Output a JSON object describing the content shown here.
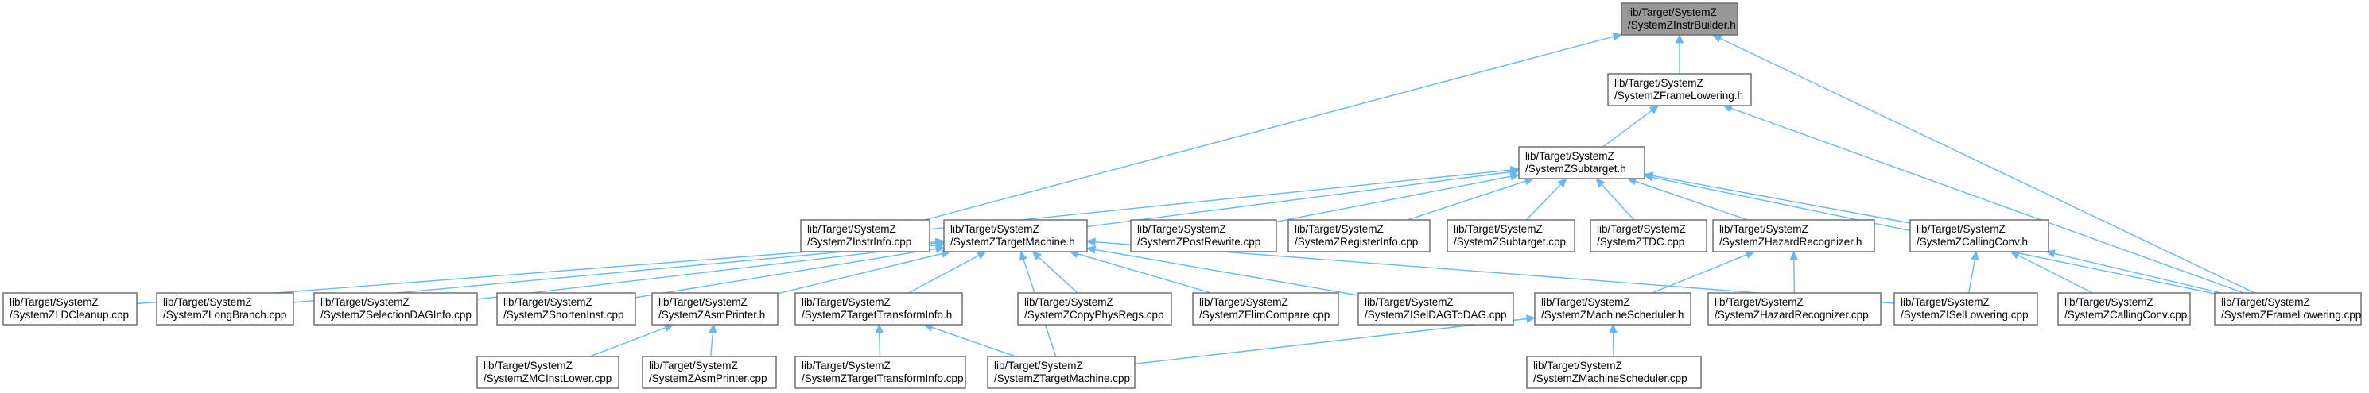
{
  "colors": {
    "edge": "#63b8ff",
    "root_fill": "#999999",
    "node_border": "#666666",
    "background": "#ffffff"
  },
  "nodes": [
    {
      "id": "instrbuilder",
      "line1": "lib/Target/SystemZ",
      "line2": "/SystemZInstrBuilder.h",
      "root": true
    },
    {
      "id": "framelowering_h",
      "line1": "lib/Target/SystemZ",
      "line2": "/SystemZFrameLowering.h"
    },
    {
      "id": "subtarget_h",
      "line1": "lib/Target/SystemZ",
      "line2": "/SystemZSubtarget.h"
    },
    {
      "id": "instrinfo_cpp",
      "line1": "lib/Target/SystemZ",
      "line2": "/SystemZInstrInfo.cpp"
    },
    {
      "id": "targetmachine_h",
      "line1": "lib/Target/SystemZ",
      "line2": "/SystemZTargetMachine.h"
    },
    {
      "id": "postrewrite_cpp",
      "line1": "lib/Target/SystemZ",
      "line2": "/SystemZPostRewrite.cpp"
    },
    {
      "id": "registerinfo_cpp",
      "line1": "lib/Target/SystemZ",
      "line2": "/SystemZRegisterInfo.cpp"
    },
    {
      "id": "subtarget_cpp",
      "line1": "lib/Target/SystemZ",
      "line2": "/SystemZSubtarget.cpp"
    },
    {
      "id": "tdc_cpp",
      "line1": "lib/Target/SystemZ",
      "line2": "/SystemZTDC.cpp"
    },
    {
      "id": "hazardrec_h",
      "line1": "lib/Target/SystemZ",
      "line2": "/SystemZHazardRecognizer.h"
    },
    {
      "id": "callingconv_h",
      "line1": "lib/Target/SystemZ",
      "line2": "/SystemZCallingConv.h"
    },
    {
      "id": "ldcleanup_cpp",
      "line1": "lib/Target/SystemZ",
      "line2": "/SystemZLDCleanup.cpp"
    },
    {
      "id": "longbranch_cpp",
      "line1": "lib/Target/SystemZ",
      "line2": "/SystemZLongBranch.cpp"
    },
    {
      "id": "seldaginfo_cpp",
      "line1": "lib/Target/SystemZ",
      "line2": "/SystemZSelectionDAGInfo.cpp"
    },
    {
      "id": "shorteninst_cpp",
      "line1": "lib/Target/SystemZ",
      "line2": "/SystemZShortenInst.cpp"
    },
    {
      "id": "asmprinter_h",
      "line1": "lib/Target/SystemZ",
      "line2": "/SystemZAsmPrinter.h"
    },
    {
      "id": "tti_h",
      "line1": "lib/Target/SystemZ",
      "line2": "/SystemZTargetTransformInfo.h"
    },
    {
      "id": "copyphysregs_cpp",
      "line1": "lib/Target/SystemZ",
      "line2": "/SystemZCopyPhysRegs.cpp"
    },
    {
      "id": "elimcompare_cpp",
      "line1": "lib/Target/SystemZ",
      "line2": "/SystemZElimCompare.cpp"
    },
    {
      "id": "iseldagtodag_cpp",
      "line1": "lib/Target/SystemZ",
      "line2": "/SystemZISelDAGToDAG.cpp"
    },
    {
      "id": "machsched_h",
      "line1": "lib/Target/SystemZ",
      "line2": "/SystemZMachineScheduler.h"
    },
    {
      "id": "hazardrec_cpp",
      "line1": "lib/Target/SystemZ",
      "line2": "/SystemZHazardRecognizer.cpp"
    },
    {
      "id": "isellowering_cpp",
      "line1": "lib/Target/SystemZ",
      "line2": "/SystemZISelLowering.cpp"
    },
    {
      "id": "callingconv_cpp",
      "line1": "lib/Target/SystemZ",
      "line2": "/SystemZCallingConv.cpp"
    },
    {
      "id": "framelowering_cpp",
      "line1": "lib/Target/SystemZ",
      "line2": "/SystemZFrameLowering.cpp"
    },
    {
      "id": "mcinstlower_cpp",
      "line1": "lib/Target/SystemZ",
      "line2": "/SystemZMCInstLower.cpp"
    },
    {
      "id": "asmprinter_cpp",
      "line1": "lib/Target/SystemZ",
      "line2": "/SystemZAsmPrinter.cpp"
    },
    {
      "id": "tti_cpp",
      "line1": "lib/Target/SystemZ",
      "line2": "/SystemZTargetTransformInfo.cpp"
    },
    {
      "id": "targetmachine_cpp",
      "line1": "lib/Target/SystemZ",
      "line2": "/SystemZTargetMachine.cpp"
    },
    {
      "id": "machsched_cpp",
      "line1": "lib/Target/SystemZ",
      "line2": "/SystemZMachineScheduler.cpp"
    }
  ],
  "edges": [
    {
      "from": "framelowering_h",
      "to": "instrbuilder"
    },
    {
      "from": "instrinfo_cpp",
      "to": "instrbuilder"
    },
    {
      "from": "framelowering_cpp",
      "to": "instrbuilder"
    },
    {
      "from": "subtarget_h",
      "to": "framelowering_h"
    },
    {
      "from": "framelowering_cpp",
      "to": "framelowering_h"
    },
    {
      "from": "instrinfo_cpp",
      "to": "subtarget_h"
    },
    {
      "from": "targetmachine_h",
      "to": "subtarget_h"
    },
    {
      "from": "postrewrite_cpp",
      "to": "subtarget_h"
    },
    {
      "from": "registerinfo_cpp",
      "to": "subtarget_h"
    },
    {
      "from": "subtarget_cpp",
      "to": "subtarget_h"
    },
    {
      "from": "tdc_cpp",
      "to": "subtarget_h"
    },
    {
      "from": "hazardrec_h",
      "to": "subtarget_h"
    },
    {
      "from": "callingconv_h",
      "to": "subtarget_h"
    },
    {
      "from": "framelowering_cpp",
      "to": "subtarget_h"
    },
    {
      "from": "ldcleanup_cpp",
      "to": "targetmachine_h"
    },
    {
      "from": "longbranch_cpp",
      "to": "targetmachine_h"
    },
    {
      "from": "seldaginfo_cpp",
      "to": "targetmachine_h"
    },
    {
      "from": "shorteninst_cpp",
      "to": "targetmachine_h"
    },
    {
      "from": "asmprinter_h",
      "to": "targetmachine_h"
    },
    {
      "from": "tti_h",
      "to": "targetmachine_h"
    },
    {
      "from": "copyphysregs_cpp",
      "to": "targetmachine_h"
    },
    {
      "from": "elimcompare_cpp",
      "to": "targetmachine_h"
    },
    {
      "from": "iseldagtodag_cpp",
      "to": "targetmachine_h"
    },
    {
      "from": "isellowering_cpp",
      "to": "targetmachine_h"
    },
    {
      "from": "targetmachine_cpp",
      "to": "targetmachine_h"
    },
    {
      "from": "machsched_h",
      "to": "hazardrec_h"
    },
    {
      "from": "hazardrec_cpp",
      "to": "hazardrec_h"
    },
    {
      "from": "isellowering_cpp",
      "to": "callingconv_h"
    },
    {
      "from": "callingconv_cpp",
      "to": "callingconv_h"
    },
    {
      "from": "framelowering_cpp",
      "to": "callingconv_h"
    },
    {
      "from": "mcinstlower_cpp",
      "to": "asmprinter_h"
    },
    {
      "from": "asmprinter_cpp",
      "to": "asmprinter_h"
    },
    {
      "from": "tti_cpp",
      "to": "tti_h"
    },
    {
      "from": "targetmachine_cpp",
      "to": "tti_h"
    },
    {
      "from": "targetmachine_cpp",
      "to": "machsched_h"
    },
    {
      "from": "machsched_cpp",
      "to": "machsched_h"
    }
  ]
}
